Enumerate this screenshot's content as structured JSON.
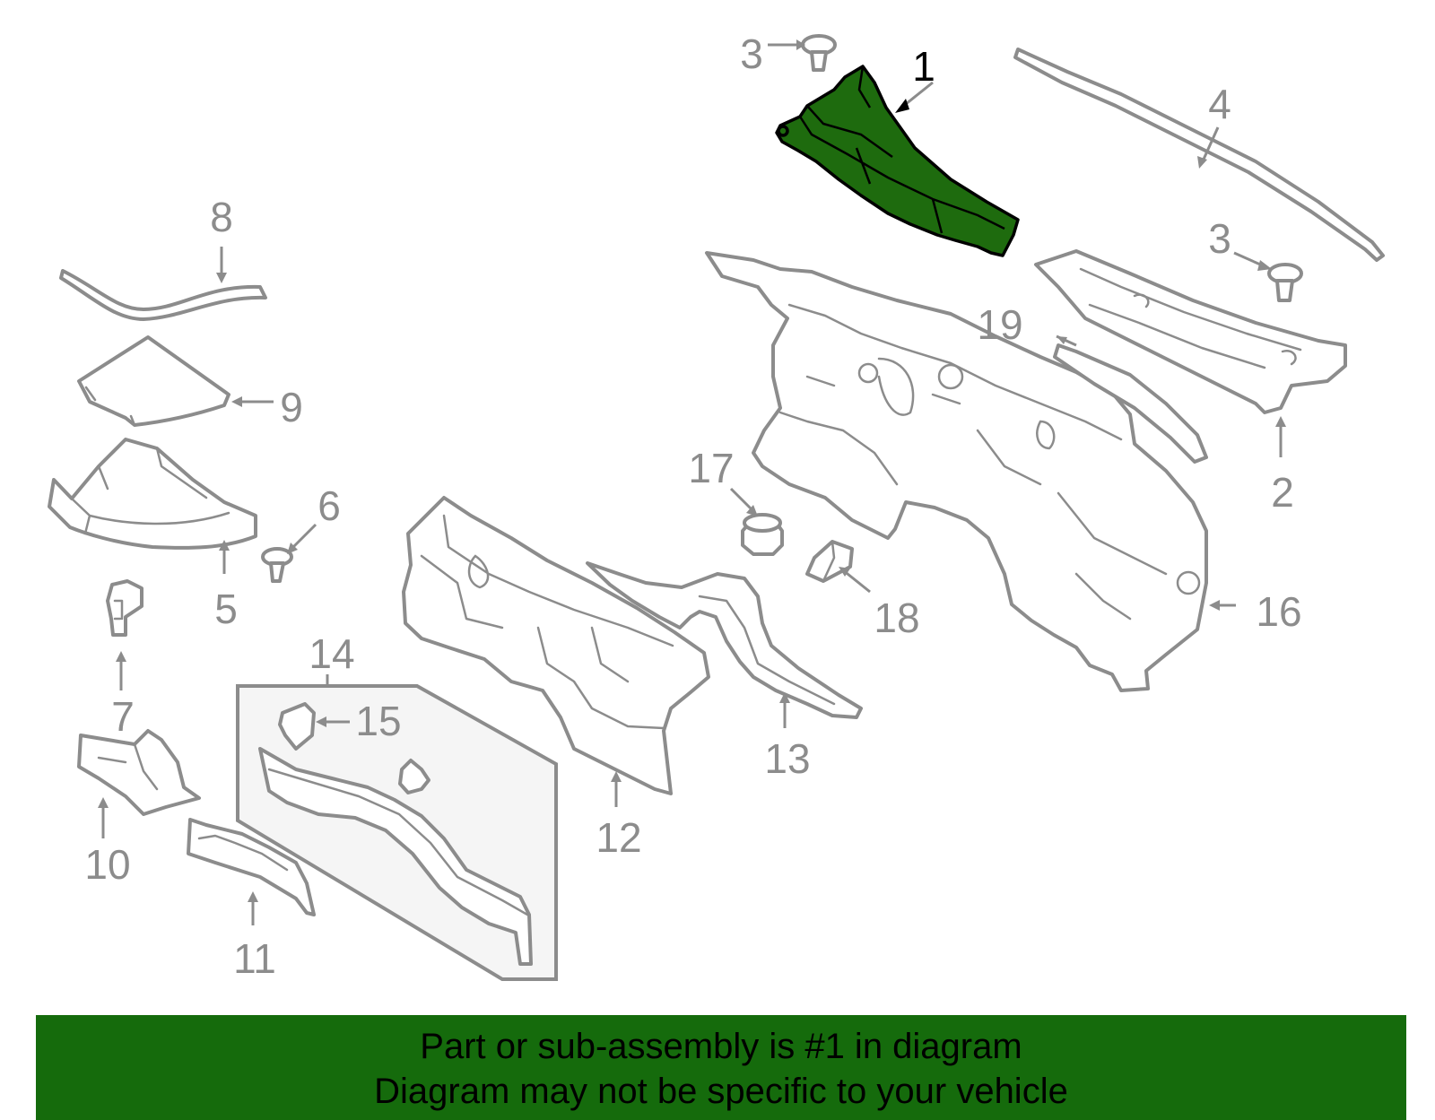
{
  "callouts": {
    "c1": "1",
    "c2": "2",
    "c3a": "3",
    "c3b": "3",
    "c4": "4",
    "c5": "5",
    "c6": "6",
    "c7": "7",
    "c8": "8",
    "c9": "9",
    "c10": "10",
    "c11": "11",
    "c12": "12",
    "c13": "13",
    "c14": "14",
    "c15": "15",
    "c16": "16",
    "c17": "17",
    "c18": "18",
    "c19": "19"
  },
  "highlight_color": "#1e6b0e",
  "banner": {
    "line1": "Part or sub-assembly is #1 in diagram",
    "line2": "Diagram may not be specific to your vehicle",
    "color": "#156b0c"
  }
}
